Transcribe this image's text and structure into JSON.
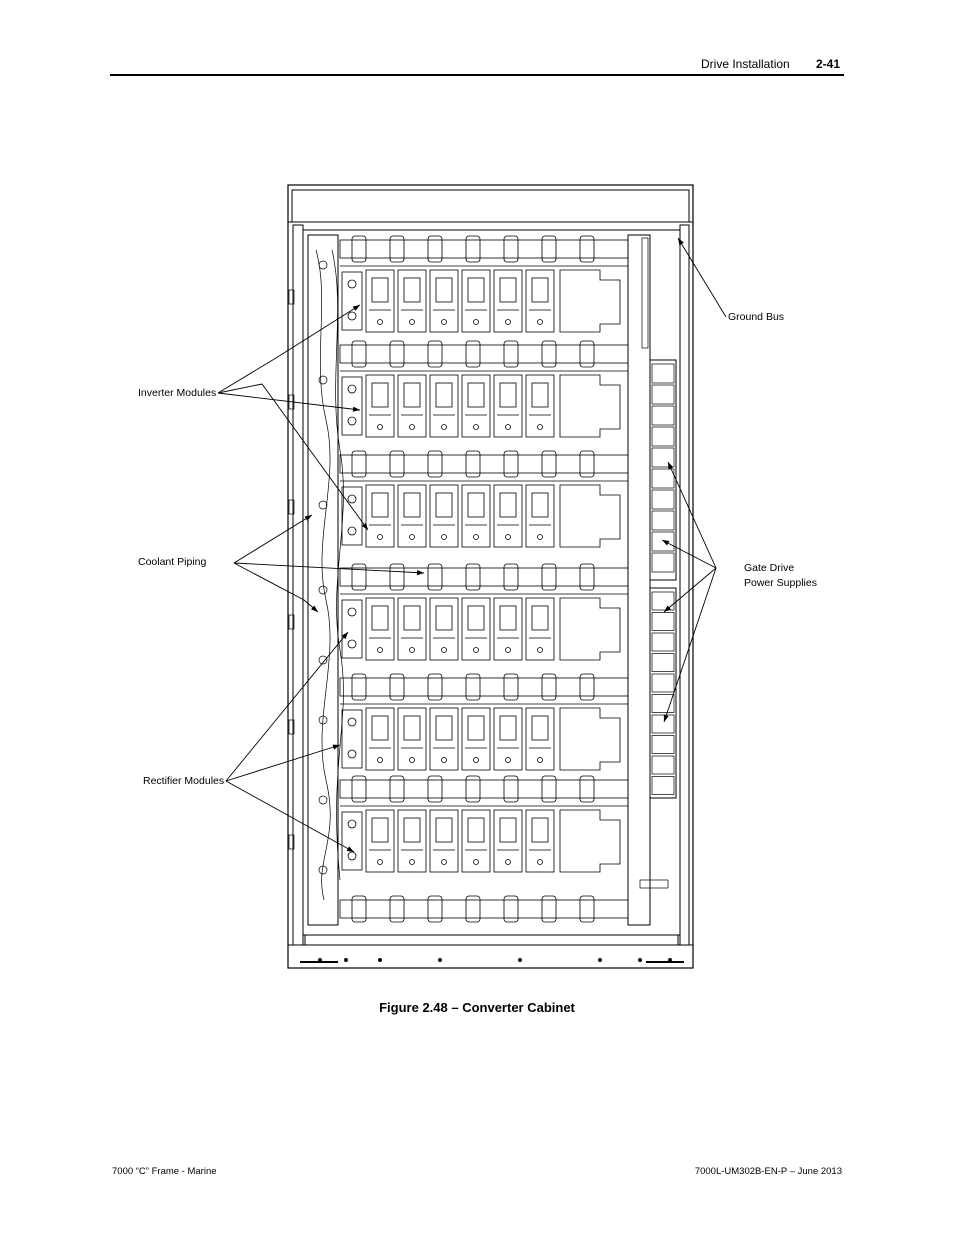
{
  "header": {
    "section_title": "Drive Installation",
    "page_number": "2-41"
  },
  "figure": {
    "caption": "Figure 2.48 – Converter Cabinet",
    "callouts": {
      "ground_bus": "Ground Bus",
      "inverter_modules": "Inverter Modules",
      "coolant_piping": "Coolant Piping",
      "gate_drive_line1": "Gate Drive",
      "gate_drive_line2": "Power Supplies",
      "rectifier_modules": "Rectifier Modules"
    }
  },
  "footer": {
    "left": "7000 “C” Frame - Marine",
    "right": "7000L-UM302B-EN-P – June 2013"
  }
}
